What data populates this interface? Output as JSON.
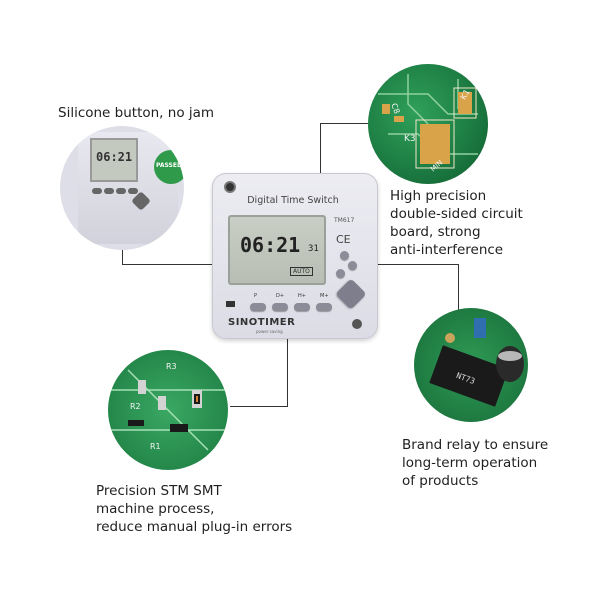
{
  "captions": {
    "silicone": "Silicone button, no jam",
    "circuit_1": "High precision",
    "circuit_2": "double-sided circuit",
    "circuit_3": "board, strong",
    "circuit_4": "anti-interference",
    "relay_1": "Brand relay to ensure",
    "relay_2": "long-term operation",
    "relay_3": "of products",
    "smt_1": "Precision STM SMT",
    "smt_2": "machine process,",
    "smt_3": "reduce manual plug-in errors"
  },
  "device": {
    "title": "Digital Time Switch",
    "model": "TM617",
    "ce_mark": "CE",
    "time": "06:21",
    "seconds": "31",
    "mode_tag": "AUTO",
    "buttons": [
      "P",
      "D+",
      "H+",
      "M+"
    ],
    "brand": "SINOTIMER",
    "brand_sub": "power saving"
  },
  "closeups": {
    "top_left_text": "PASSED",
    "top_left_screen": "06:21",
    "pcb_labels": [
      "K3",
      "C8",
      "K1",
      "MIN"
    ],
    "relay_text": "NT73",
    "smt_labels": [
      "R3",
      "R2",
      "R1"
    ]
  },
  "colors": {
    "pcb_green": "#1d7d43",
    "device_body": "#e4e4ec",
    "line": "#333333"
  }
}
